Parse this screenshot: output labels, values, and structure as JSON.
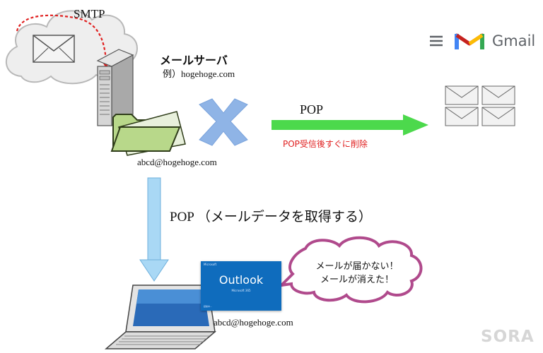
{
  "labels": {
    "smtp": "SMTP",
    "server_title": "メールサーバ",
    "server_example": "例）hogehoge.com",
    "pop_top": "POP",
    "pop_delete_note": "POP受信後すぐに削除",
    "mailbox_address": "abcd@hogehoge.com",
    "pop_bottom": "POP （メールデータを取得する）",
    "client_address": "abcd@hogehoge.com"
  },
  "gmail": {
    "name": "Gmail"
  },
  "outlook": {
    "vendor": "Microsoft",
    "name": "Outlook",
    "subtitle": "Microsoft 365",
    "footer": "起動中..."
  },
  "bubble": {
    "line1": "メールが届かない！",
    "line2": "メールが消えた！"
  },
  "logo": "SORA",
  "colors": {
    "accent_red": "#e02020",
    "arrow_green": "#4cd94c",
    "arrow_blue": "#a9d8f5",
    "outlook_blue": "#0f6cbd",
    "bubble_border": "#b04a8c"
  }
}
